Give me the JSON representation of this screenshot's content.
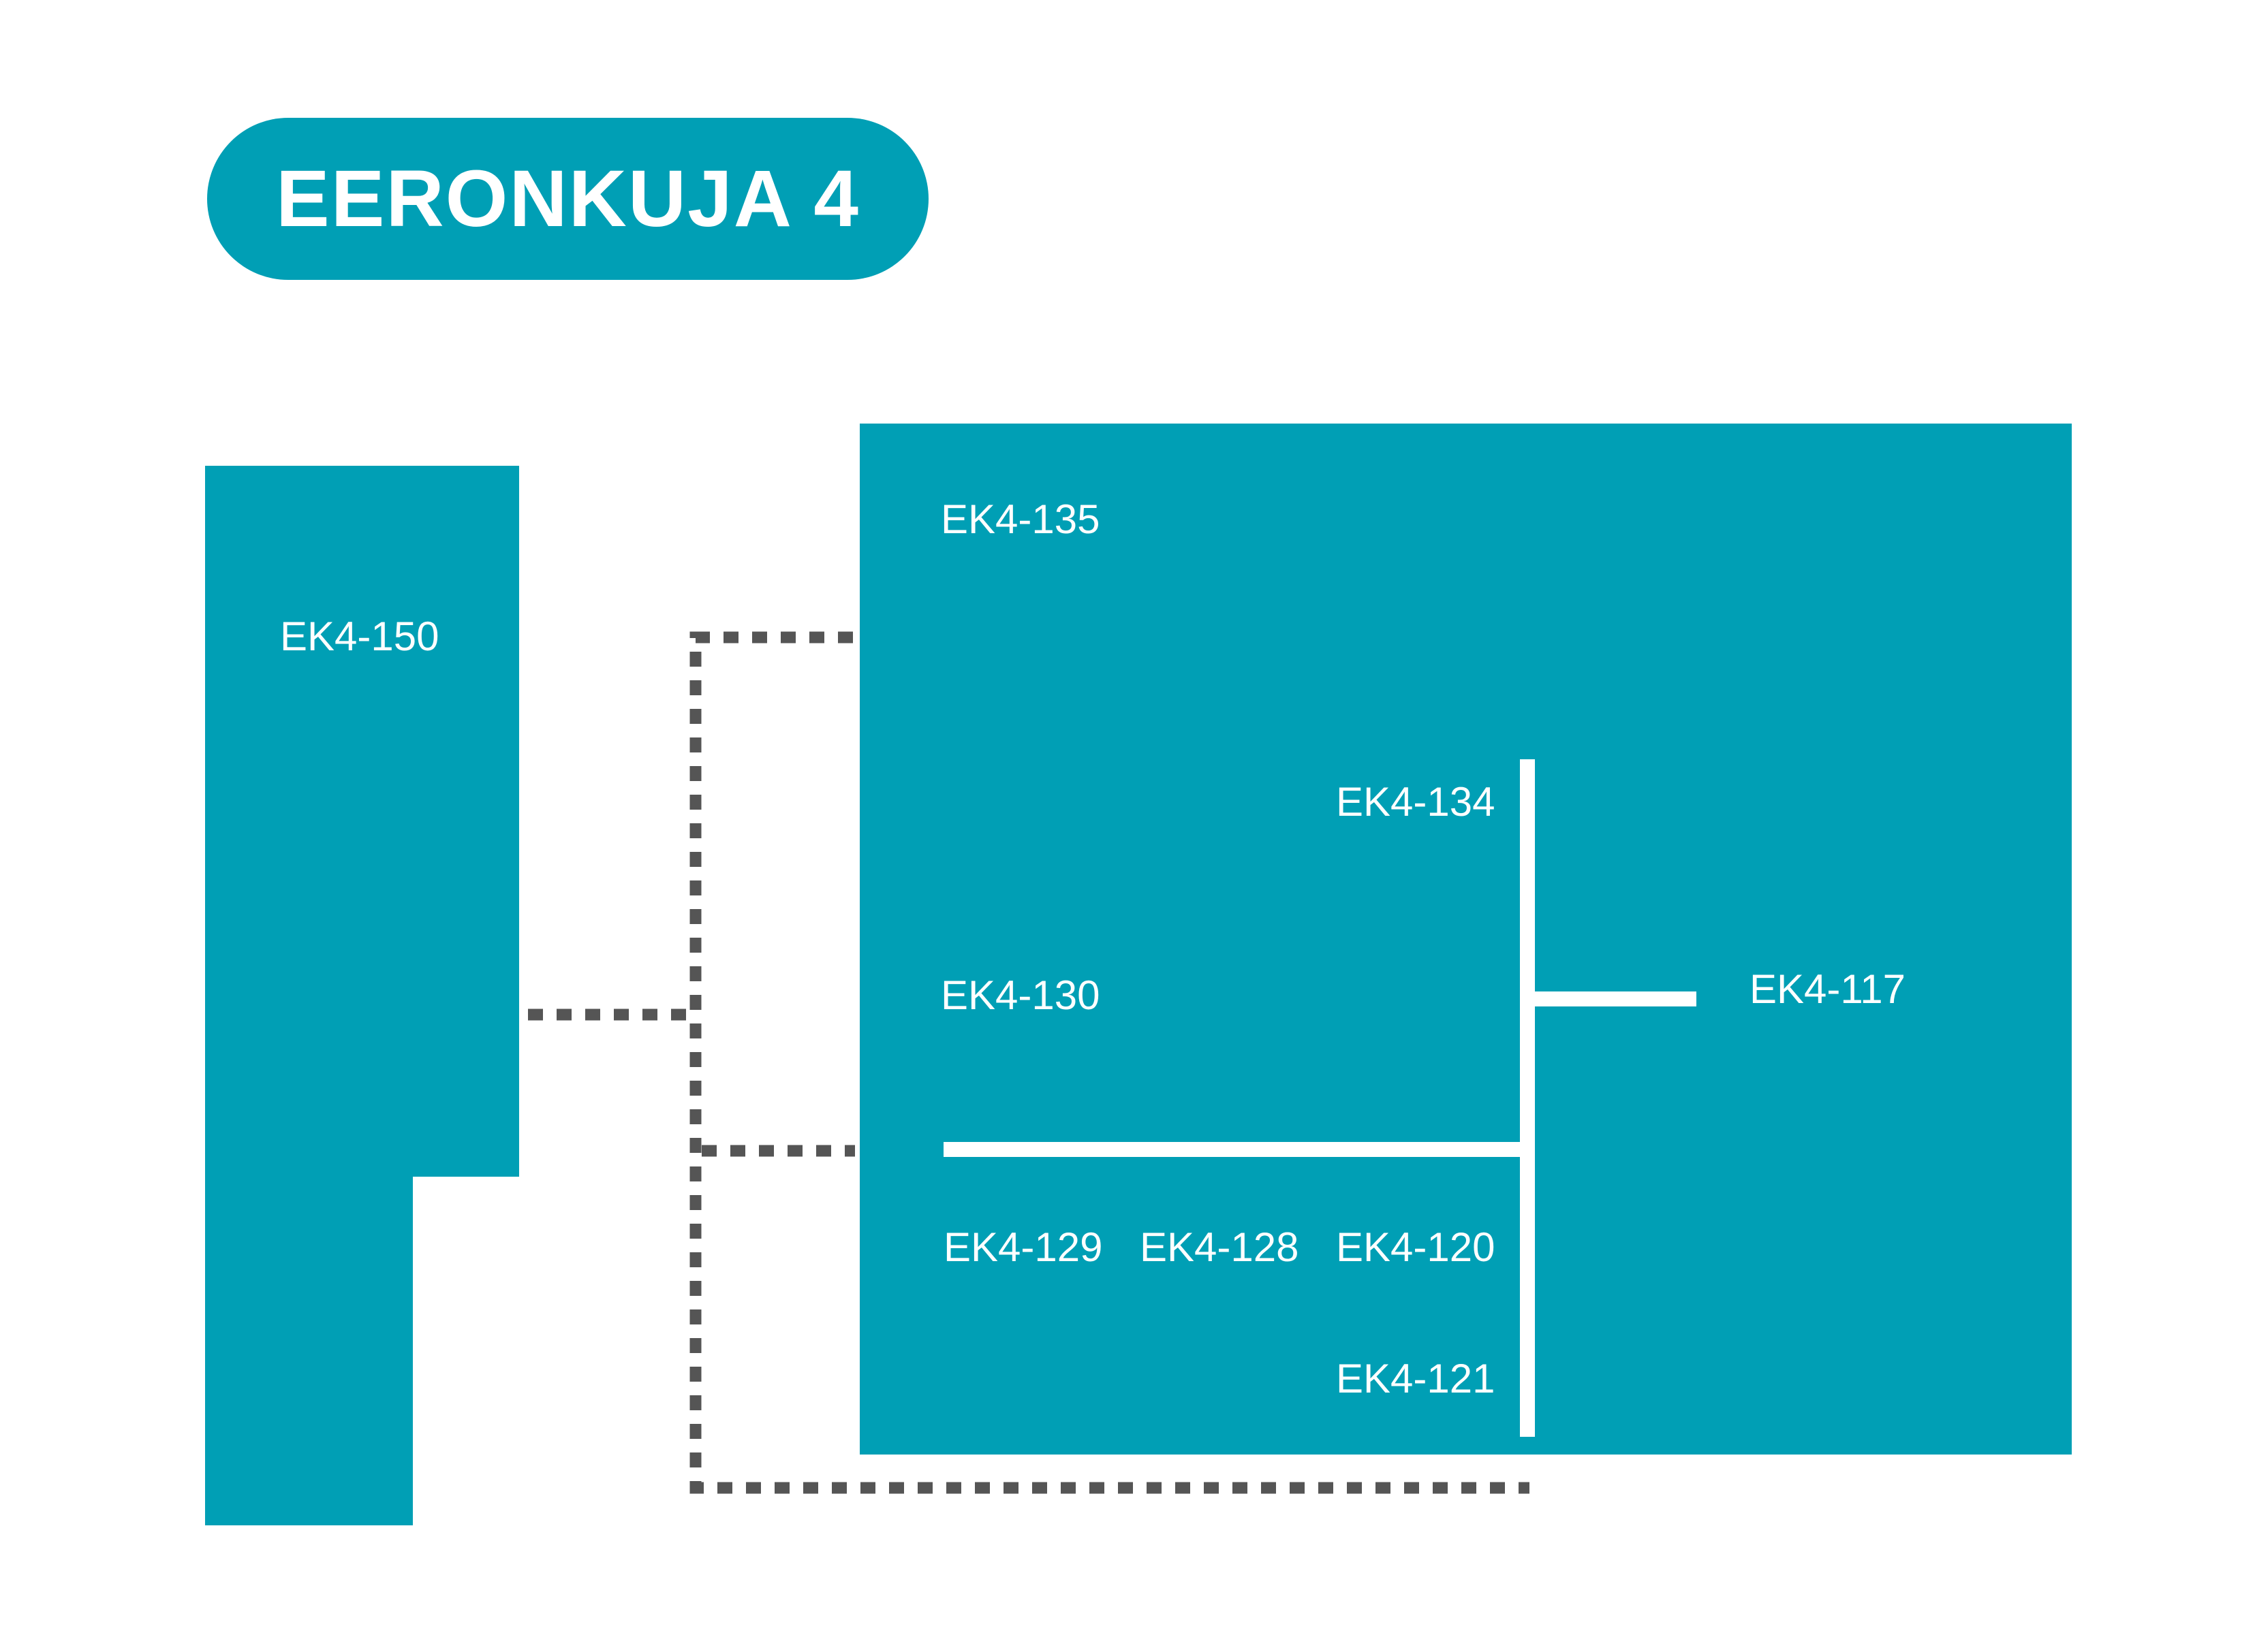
{
  "title": "EERONKUJA 4",
  "colors": {
    "building": "#009fb5",
    "corridor": "#ffffff",
    "path": "#555555",
    "background": "#ffffff"
  },
  "rooms": {
    "ek4_150": "EK4-150",
    "ek4_135": "EK4-135",
    "ek4_134": "EK4-134",
    "ek4_130": "EK4-130",
    "ek4_117": "EK4-117",
    "ek4_129": "EK4-129",
    "ek4_128": "EK4-128",
    "ek4_120": "EK4-120",
    "ek4_121": "EK4-121"
  }
}
